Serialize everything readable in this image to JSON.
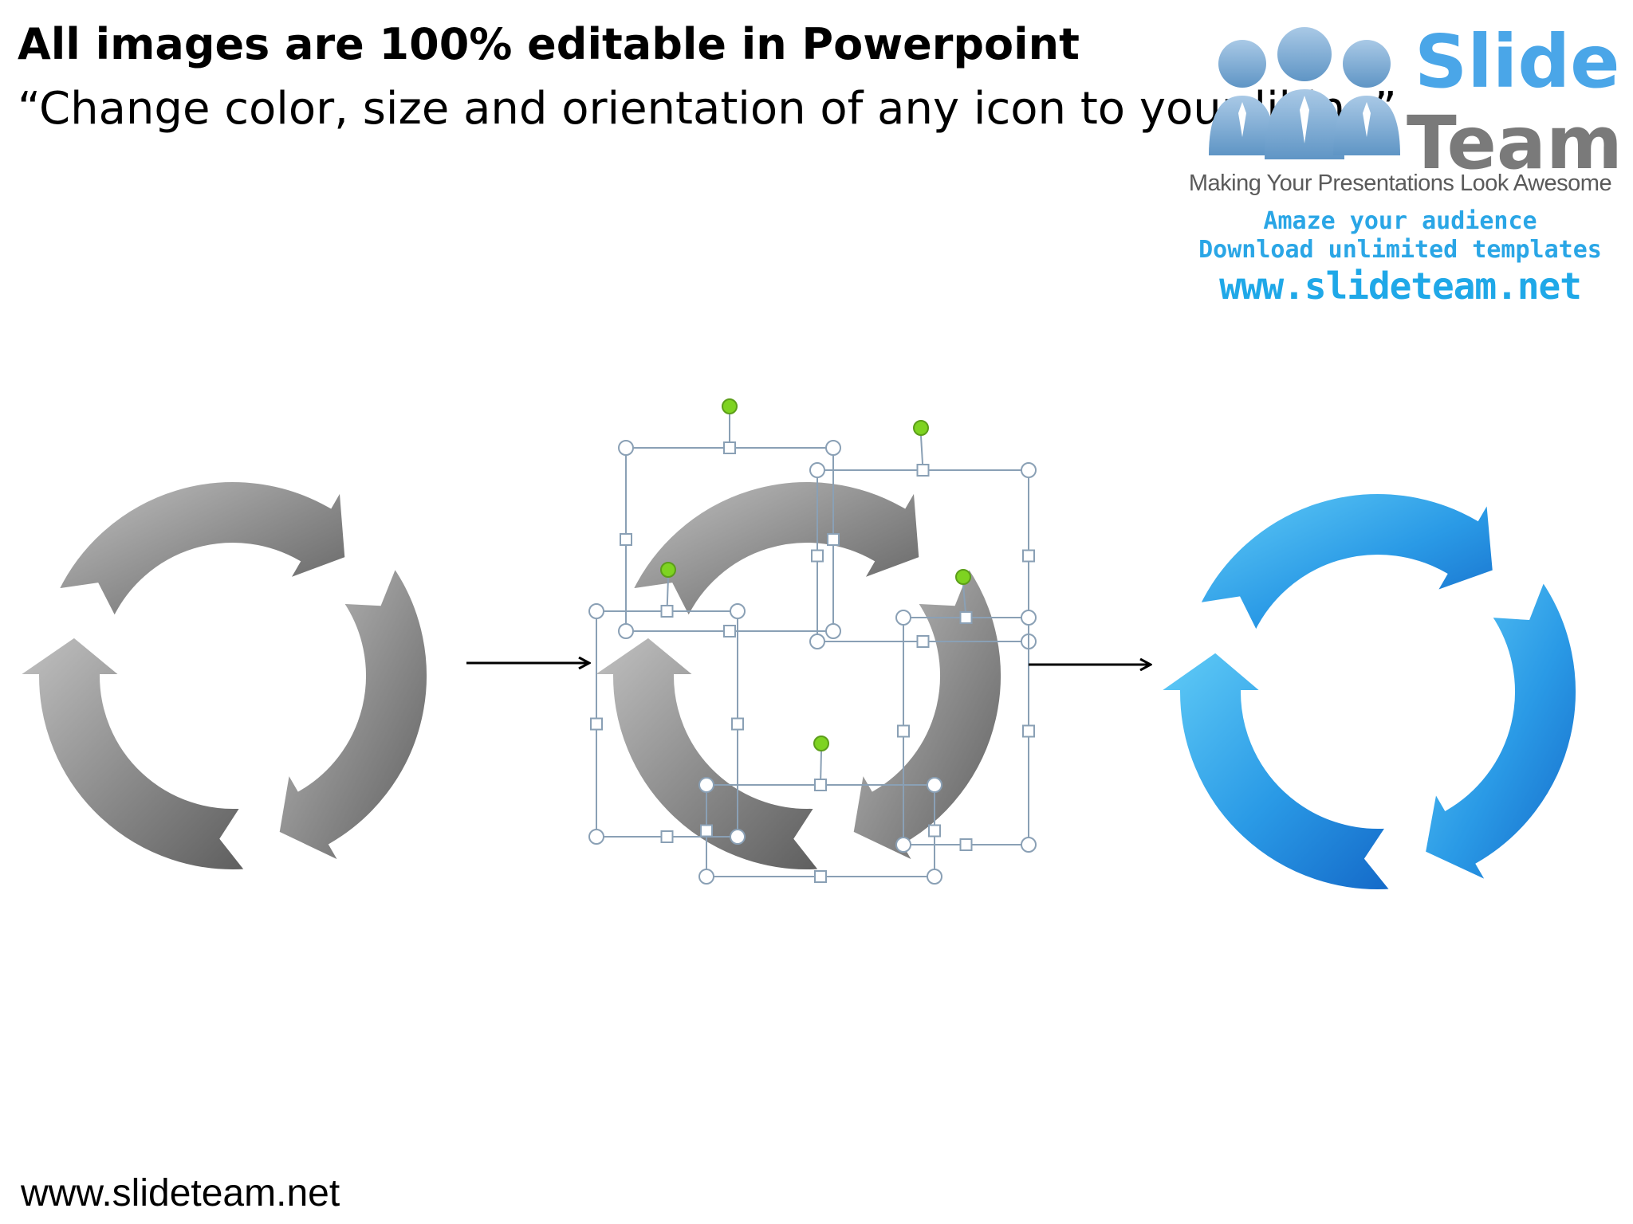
{
  "header": {
    "title": "All images are 100% editable in Powerpoint",
    "subtitle": "“Change color, size and orientation of any icon to your liking”"
  },
  "logo": {
    "word1": "Slide",
    "word2": "Team",
    "tagline": "Making Your Presentations Look Awesome",
    "line1": "Amaze your audience",
    "line2": "Download unlimited templates",
    "url": "www.slideteam.net"
  },
  "footer": {
    "url": "www.slideteam.net"
  },
  "diagram": {
    "stages": [
      {
        "name": "gray-cycle",
        "style": "gray",
        "selected": false
      },
      {
        "name": "selected-cycle",
        "style": "gray",
        "selected": true
      },
      {
        "name": "blue-cycle",
        "style": "blue",
        "selected": false
      }
    ],
    "arrows_per_cycle": 3
  },
  "colors": {
    "gray_light": "#b5b5b5",
    "gray_dark": "#6e6e6e",
    "blue_light": "#5cc9f5",
    "blue_dark": "#1b7fd6",
    "logo_blue": "#4aa6e8",
    "logo_gray": "#7a7a7a",
    "handle_rotate": "#7ed321"
  }
}
